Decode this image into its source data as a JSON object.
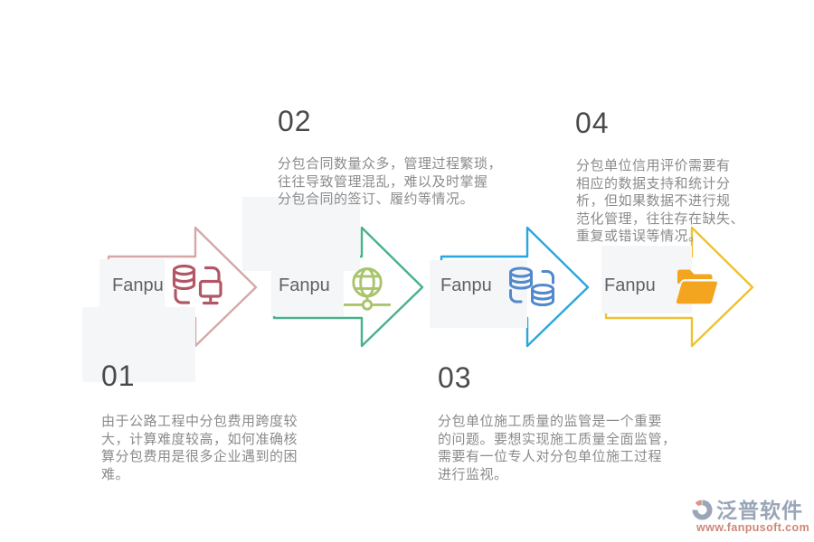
{
  "page": {
    "background": "#ffffff"
  },
  "steps": [
    {
      "number": "01",
      "label": "Fanpu",
      "icon": "database-monitor-transfer-icon",
      "arrow_color": "#d7a7a7",
      "icon_color": "#b25766",
      "description": "由于公路工程中分包费用跨度较\n大，计算难度较高，如何准确核\n算分包费用是很多企业遇到的困\n难。"
    },
    {
      "number": "02",
      "label": "Fanpu",
      "icon": "globe-network-icon",
      "arrow_color": "#48b18c",
      "icon_color": "#a9c46d",
      "description": "分包合同数量众多，管理过程繁琐，\n往往导致管理混乱，难以及时掌握\n分包合同的签订、履约等情况。"
    },
    {
      "number": "03",
      "label": "Fanpu",
      "icon": "database-sync-icon",
      "arrow_color": "#28a7de",
      "icon_color": "#5289cd",
      "description": "分包单位施工质量的监管是一个重要\n的问题。要想实现施工质量全面监管，\n需要有一位专人对分包单位施工过程\n进行监视。"
    },
    {
      "number": "04",
      "label": "Fanpu",
      "icon": "open-folder-icon",
      "arrow_color": "#eec231",
      "icon_color": "#f3a51f",
      "description": "分包单位信用评价需要有\n相应的数据支持和统计分\n析，但如果数据不进行规\n范化管理，往往存在缺失、\n重复或错误等情况。"
    }
  ],
  "footer_logo": {
    "name": "泛普软件",
    "url": "www.fanpusoft.com",
    "name_color": "#9aa6b8",
    "url_color": "#cf8677",
    "mark_primary_color": "#9aa6b8",
    "mark_accent_color": "#dd9384"
  }
}
